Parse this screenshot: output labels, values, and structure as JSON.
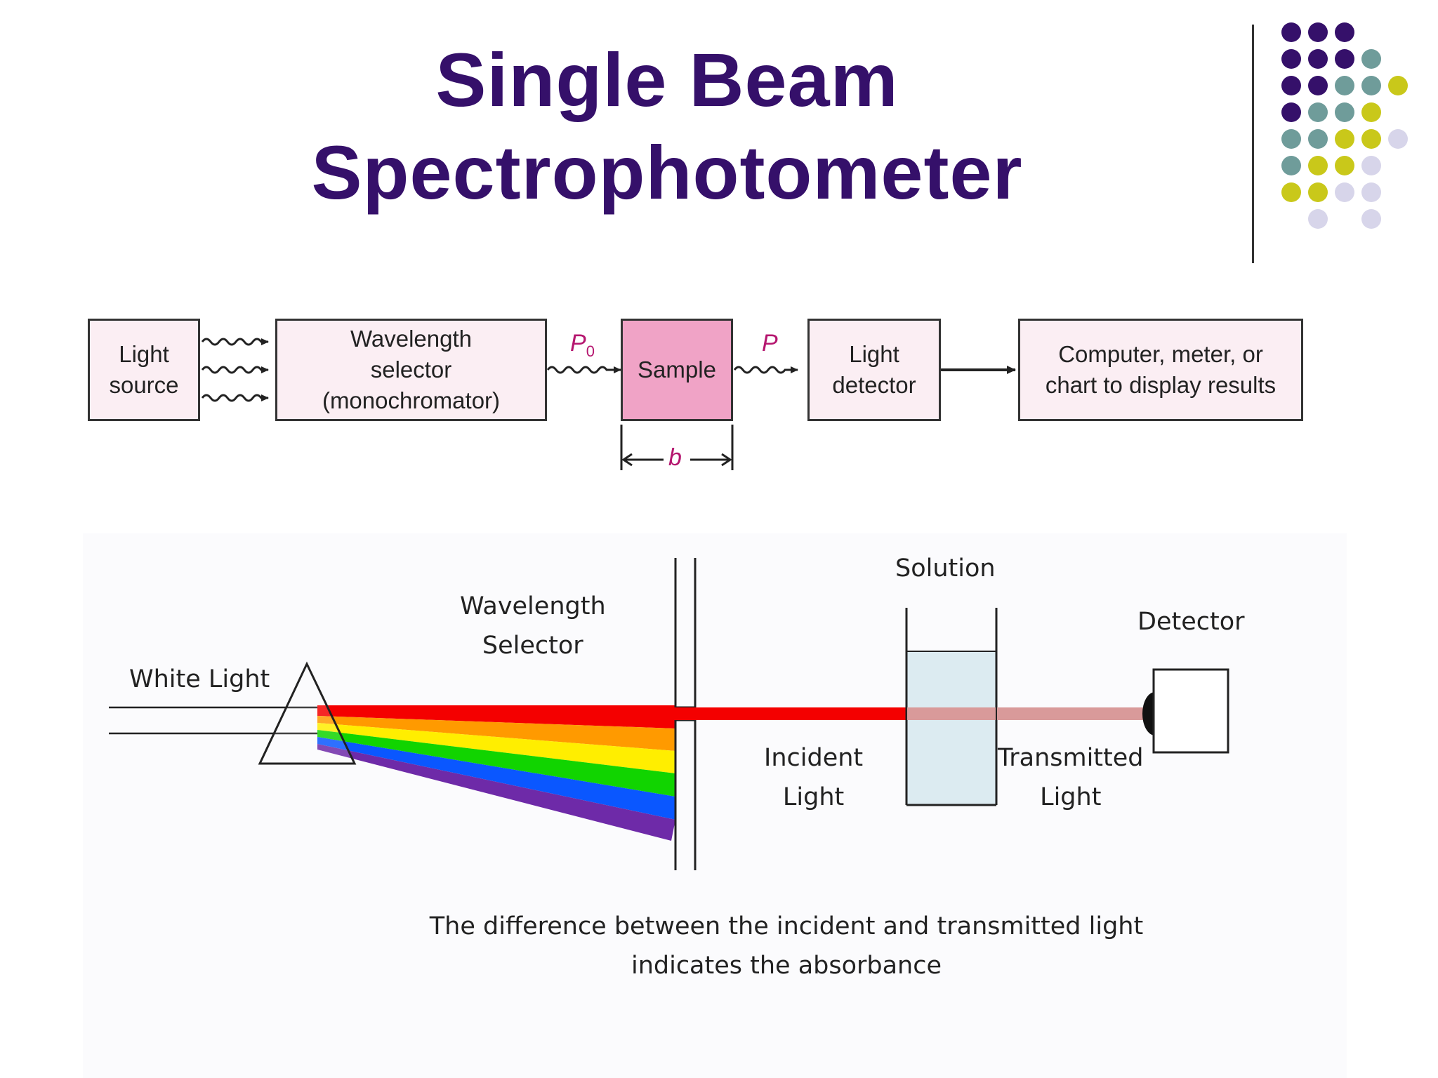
{
  "title": {
    "line1": "Single Beam",
    "line2": "Spectrophotometer"
  },
  "block_diagram": {
    "light_source": [
      "Light",
      "source"
    ],
    "wavelength_selector": [
      "Wavelength",
      "selector",
      "(monochromator)"
    ],
    "p0_label": "P",
    "p0_subscript": "0",
    "sample": "Sample",
    "p_label": "P",
    "light_detector": [
      "Light",
      "detector"
    ],
    "display": [
      "Computer, meter, or",
      "chart to display results"
    ],
    "path_length_label": "b"
  },
  "illustration": {
    "white_light": "White Light",
    "wavelength_selector": [
      "Wavelength",
      "Selector"
    ],
    "solution": "Solution",
    "detector": "Detector",
    "incident_light": [
      "Incident",
      "Light"
    ],
    "transmitted_light": [
      "Transmitted",
      "Light"
    ],
    "caption": [
      "The difference between the incident and transmitted light",
      "indicates the absorbance"
    ]
  },
  "colors": {
    "title": "#35106a",
    "box_fill": "#fbeef3",
    "sample_fill": "#f0a3c6",
    "accent_text": "#b5166f",
    "spectrum": [
      "#f40000",
      "#ff9a00",
      "#ffee00",
      "#11d400",
      "#0a57ff",
      "#6e2aa8"
    ],
    "transmitted_beam": "#d99a9a",
    "solution_fill": "#dcebf1"
  }
}
